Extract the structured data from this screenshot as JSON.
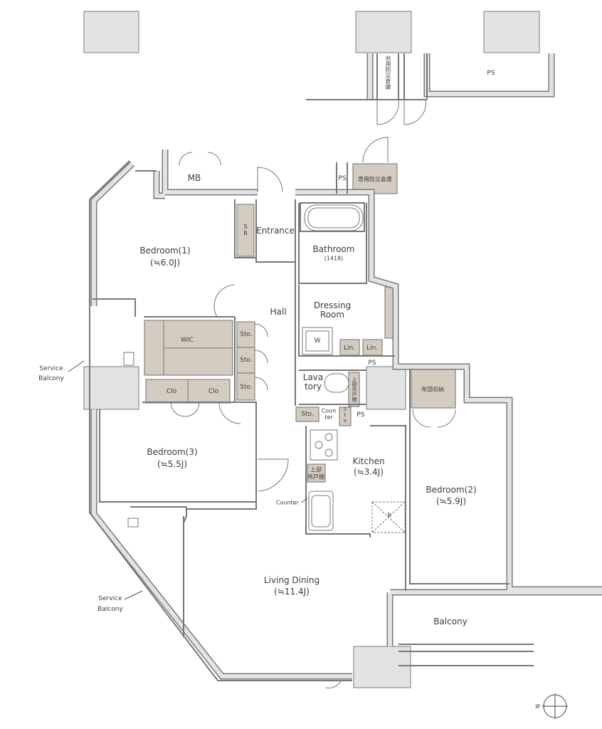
{
  "colors": {
    "wall": "#e3e3e3",
    "wall_line": "#7a7a7a",
    "storage": "#d5ccc1",
    "text": "#3d3d3d"
  },
  "rooms": {
    "mb": "MB",
    "ps_top": "PS",
    "shared_storage": "共用防災倉庫",
    "ps_entry": "PS",
    "private_storage": "専用防災倉庫",
    "sb": "S B",
    "entrance": "Entrance",
    "bathroom": "Bathroom",
    "bathroom_size": "(1418)",
    "bedroom1": "Bedroom(1)",
    "bedroom1_size": "(≒6.0J)",
    "hall": "Hall",
    "dressing1": "Dressing",
    "dressing2": "Room",
    "washer": "W",
    "lin1": "Lin.",
    "lin2": "Lin.",
    "sto1": "Sto.",
    "sto2": "Sto.",
    "sto3": "Sto.",
    "wic": "WIC",
    "clo1": "Clo",
    "clo2": "Clo",
    "service_balcony1_a": "Service",
    "service_balcony1_b": "Balcony",
    "ps_mid": "PS",
    "lavatory_a": "Lava",
    "lavatory_b": "tory",
    "upper_cabinet_lav": "上部吊戸棚",
    "futon_storage": "布団収納",
    "sto4": "Sto.",
    "counter_small_a": "Coun",
    "counter_small_b": "ter",
    "sto5": "Sto",
    "ps_small": "PS",
    "bedroom3": "Bedroom(3)",
    "bedroom3_size": "(≒5.5J)",
    "kitchen": "Kitchen",
    "kitchen_size": "(≒3.4J)",
    "upper_cabinet_kitchen_a": "上部",
    "upper_cabinet_kitchen_b": "吊戸棚",
    "fridge": "R",
    "bedroom2": "Bedroom(2)",
    "bedroom2_size": "(≒5.9J)",
    "counter": "Counter",
    "living": "Living Dining",
    "living_size": "(≒11.4J)",
    "service_balcony2_a": "Service",
    "service_balcony2_b": "Balcony",
    "balcony": "Balcony"
  },
  "compass": {
    "label": "N"
  }
}
